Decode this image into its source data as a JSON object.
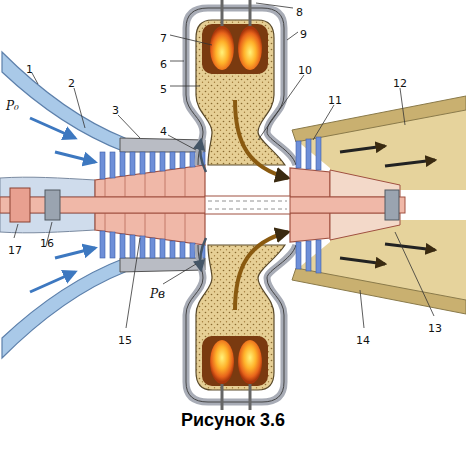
{
  "diagram": {
    "caption": "Рисунок 3.6",
    "labels": [
      "P₀",
      "1",
      "2",
      "3",
      "4",
      "5",
      "6",
      "7",
      "8",
      "9",
      "10",
      "11",
      "12",
      "13",
      "14",
      "15",
      "16",
      "17",
      "Pв"
    ]
  }
}
